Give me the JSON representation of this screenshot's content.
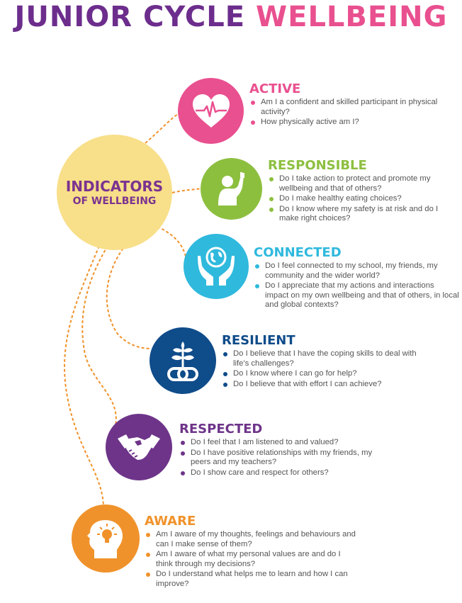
{
  "title": {
    "part1": "JUNIOR CYCLE",
    "part2": "WELLBEING",
    "colors": {
      "part1": "#6c2d8c",
      "part2": "#e9508f"
    }
  },
  "hub": {
    "line1": "INDICATORS",
    "line2": "OF WELLBEING",
    "color": "#f8df89",
    "text_color": "#7b3390"
  },
  "connector_color": "#f0922b",
  "indicators": [
    {
      "name": "ACTIVE",
      "icon": "heart-pulse-icon",
      "color": "#e9508f",
      "questions": [
        "Am I a confident and skilled participant in physical activity?",
        "How physically active am I?"
      ]
    },
    {
      "name": "RESPONSIBLE",
      "icon": "person-waving-icon",
      "color": "#8dbf3f",
      "questions": [
        "Do I take action to protect and promote my wellbeing and that of others?",
        "Do I make healthy eating choices?",
        "Do I know where my safety is at risk and do I make right choices?"
      ]
    },
    {
      "name": "CONNECTED",
      "icon": "hands-globe-icon",
      "color": "#2fb9dd",
      "questions": [
        "Do I feel connected to my school, my friends, my community and the wider world?",
        "Do I appreciate that my actions and interactions impact on my own wellbeing and that of others, in local and global contexts?"
      ]
    },
    {
      "name": "RESILIENT",
      "icon": "plant-chain-icon",
      "color": "#0f4c8a",
      "questions": [
        "Do I believe that I have the coping skills to deal with life's challenges?",
        "Do I know where I can go for help?",
        "Do I  believe that with effort I can achieve?"
      ]
    },
    {
      "name": "RESPECTED",
      "icon": "handshake-icon",
      "color": "#6e3489",
      "questions": [
        "Do I feel that I am listened to and valued?",
        "Do I have positive relationships with my friends, my peers and my teachers?",
        "Do I show care and respect for others?"
      ]
    },
    {
      "name": "AWARE",
      "icon": "head-lightbulb-icon",
      "color": "#f0922b",
      "questions": [
        "Am I aware of my thoughts, feelings and behaviours and can I make sense of them?",
        "Am I aware of what my personal values are and do I think through my decisions?",
        "Do I understand what helps me to learn and how I can improve?"
      ]
    }
  ]
}
